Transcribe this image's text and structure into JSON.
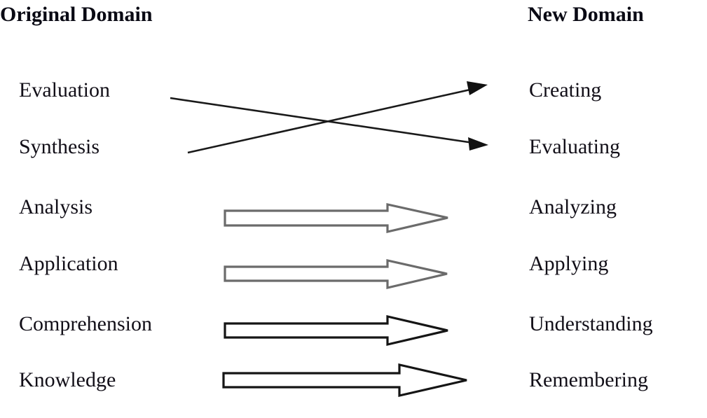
{
  "headers": {
    "left": "Original Domain",
    "right": "New Domain"
  },
  "rows": [
    {
      "original": "Evaluation",
      "new": "Creating",
      "connector": "line-arrow-crossing",
      "connector_color": "#1a1a1a"
    },
    {
      "original": "Synthesis",
      "new": "Evaluating",
      "connector": "line-arrow-crossing",
      "connector_color": "#1a1a1a"
    },
    {
      "original": "Analysis",
      "new": "Analyzing",
      "connector": "block-arrow-right",
      "connector_color": "#6b6b6b"
    },
    {
      "original": "Application",
      "new": "Applying",
      "connector": "block-arrow-right",
      "connector_color": "#6b6b6b"
    },
    {
      "original": "Comprehension",
      "new": "Understanding",
      "connector": "block-arrow-right",
      "connector_color": "#151515"
    },
    {
      "original": "Knowledge",
      "new": "Remembering",
      "connector": "block-arrow-right",
      "connector_color": "#151515"
    }
  ],
  "colors": {
    "background": "#ffffff",
    "text": "#120f18",
    "heading": "#0a0a14",
    "arrow_gray": "#6b6b6b",
    "arrow_black": "#151515"
  }
}
